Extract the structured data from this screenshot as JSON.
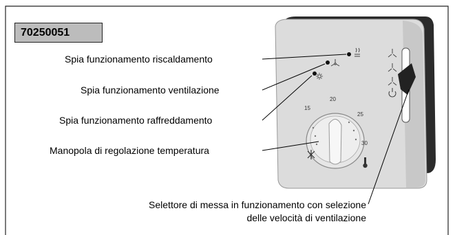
{
  "product_code": "70250051",
  "callouts": {
    "heating_led": "Spia funzionamento riscaldamento",
    "ventilation_led": "Spia funzionamento ventilazione",
    "cooling_led": "Spia funzionamento raffreddamento",
    "temperature_knob": "Manopola di regolazione temperatura",
    "selector_line1": "Selettore di messa in funzionamento con selezione",
    "selector_line2": "delle velocità di ventilazione"
  },
  "dial_scale": [
    "15",
    "20",
    "25",
    "30"
  ],
  "icons": [
    "heating-icon",
    "fan-icon",
    "sun-icon",
    "snowflake-icon",
    "thermometer-icon",
    "power-icon"
  ]
}
